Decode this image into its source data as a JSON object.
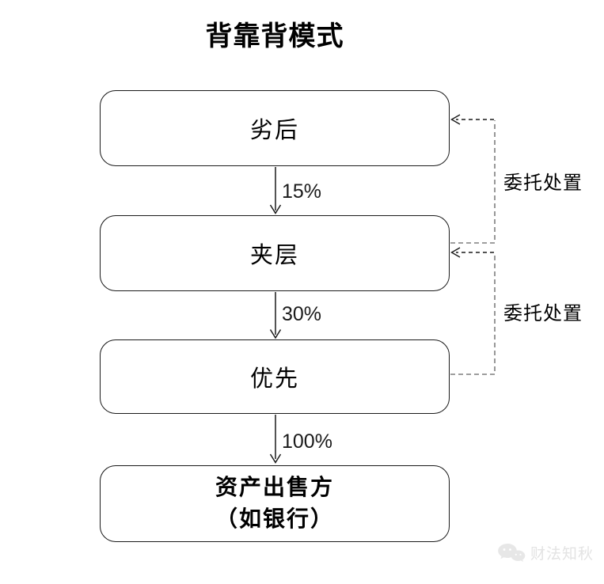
{
  "title": "背靠背模式",
  "boxes": [
    {
      "label": "劣后"
    },
    {
      "label": "夹层"
    },
    {
      "label": "优先"
    },
    {
      "label": "资产出售方\n（如银行）"
    }
  ],
  "flows": [
    {
      "from": "劣后",
      "to": "夹层",
      "label": "15%"
    },
    {
      "from": "夹层",
      "to": "优先",
      "label": "30%"
    },
    {
      "from": "优先",
      "to": "资产出售方（如银行）",
      "label": "100%"
    }
  ],
  "entrust": [
    {
      "from": "夹层",
      "to": "劣后",
      "label": "委托处置"
    },
    {
      "from": "优先",
      "to": "夹层",
      "label": "委托处置"
    }
  ],
  "watermark": {
    "text": "财法知秋",
    "icon": "wechat-icon"
  },
  "colors": {
    "line": "#1a1a1a",
    "dash-gray": "#7f7f7f",
    "watermark": "#e3e3e3"
  }
}
